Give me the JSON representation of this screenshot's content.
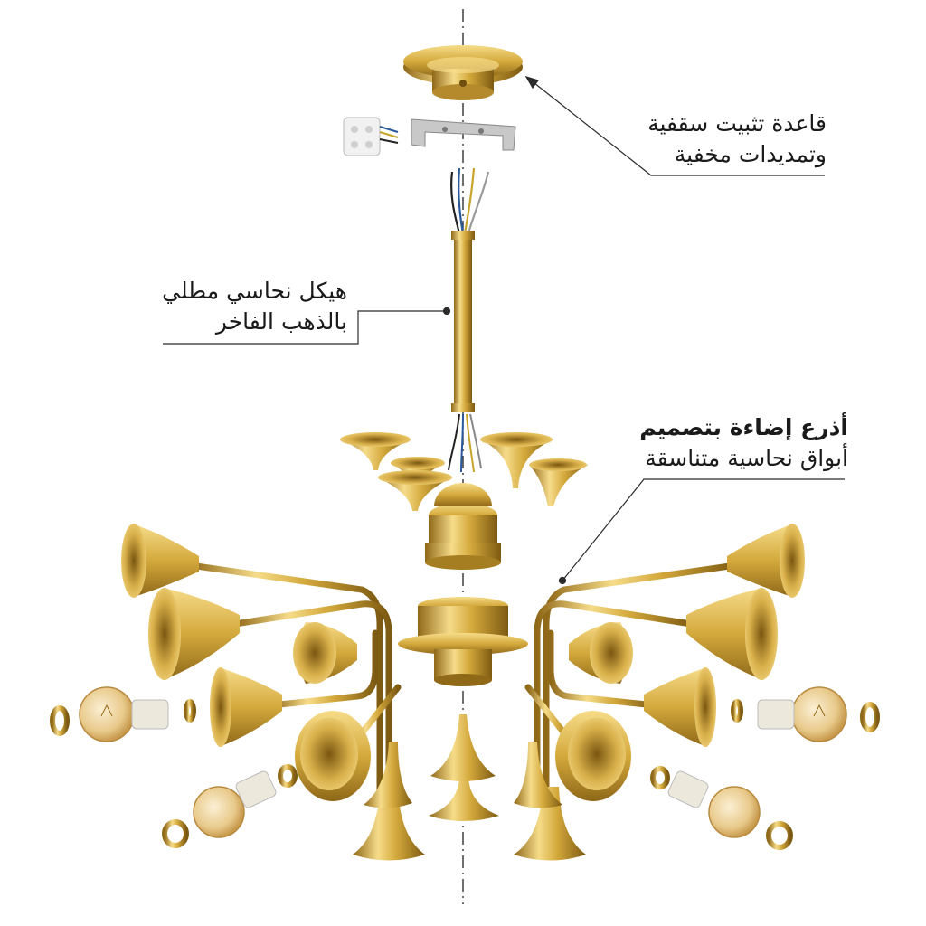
{
  "colors": {
    "gold_light": "#f6dc8a",
    "gold_mid": "#d4a93c",
    "gold_dark": "#8f6818",
    "leader_line": "#2b2b2b",
    "axis_line": "#333333",
    "bulb_glass": "#e8c98a",
    "socket_white": "#ece8dc"
  },
  "callouts": {
    "canopy": {
      "line1": "قاعدة تثبيت سقفية",
      "line2": "وتمديدات مخفية"
    },
    "frame": {
      "line1": "هيكل نحاسي مطلي",
      "line2": "بالذهب الفاخر"
    },
    "arms": {
      "line1": "أذرع إضاءة بتصميم",
      "line2": "أبواق نحاسية متناسقة"
    }
  },
  "parts": {
    "canopy": "ceiling-canopy",
    "bracket": "mounting-bracket",
    "terminal": "terminal-block",
    "rod": "suspension-rod",
    "hub": "central-hub",
    "bulbs": "edison-bulb",
    "rings": "shade-ring"
  }
}
